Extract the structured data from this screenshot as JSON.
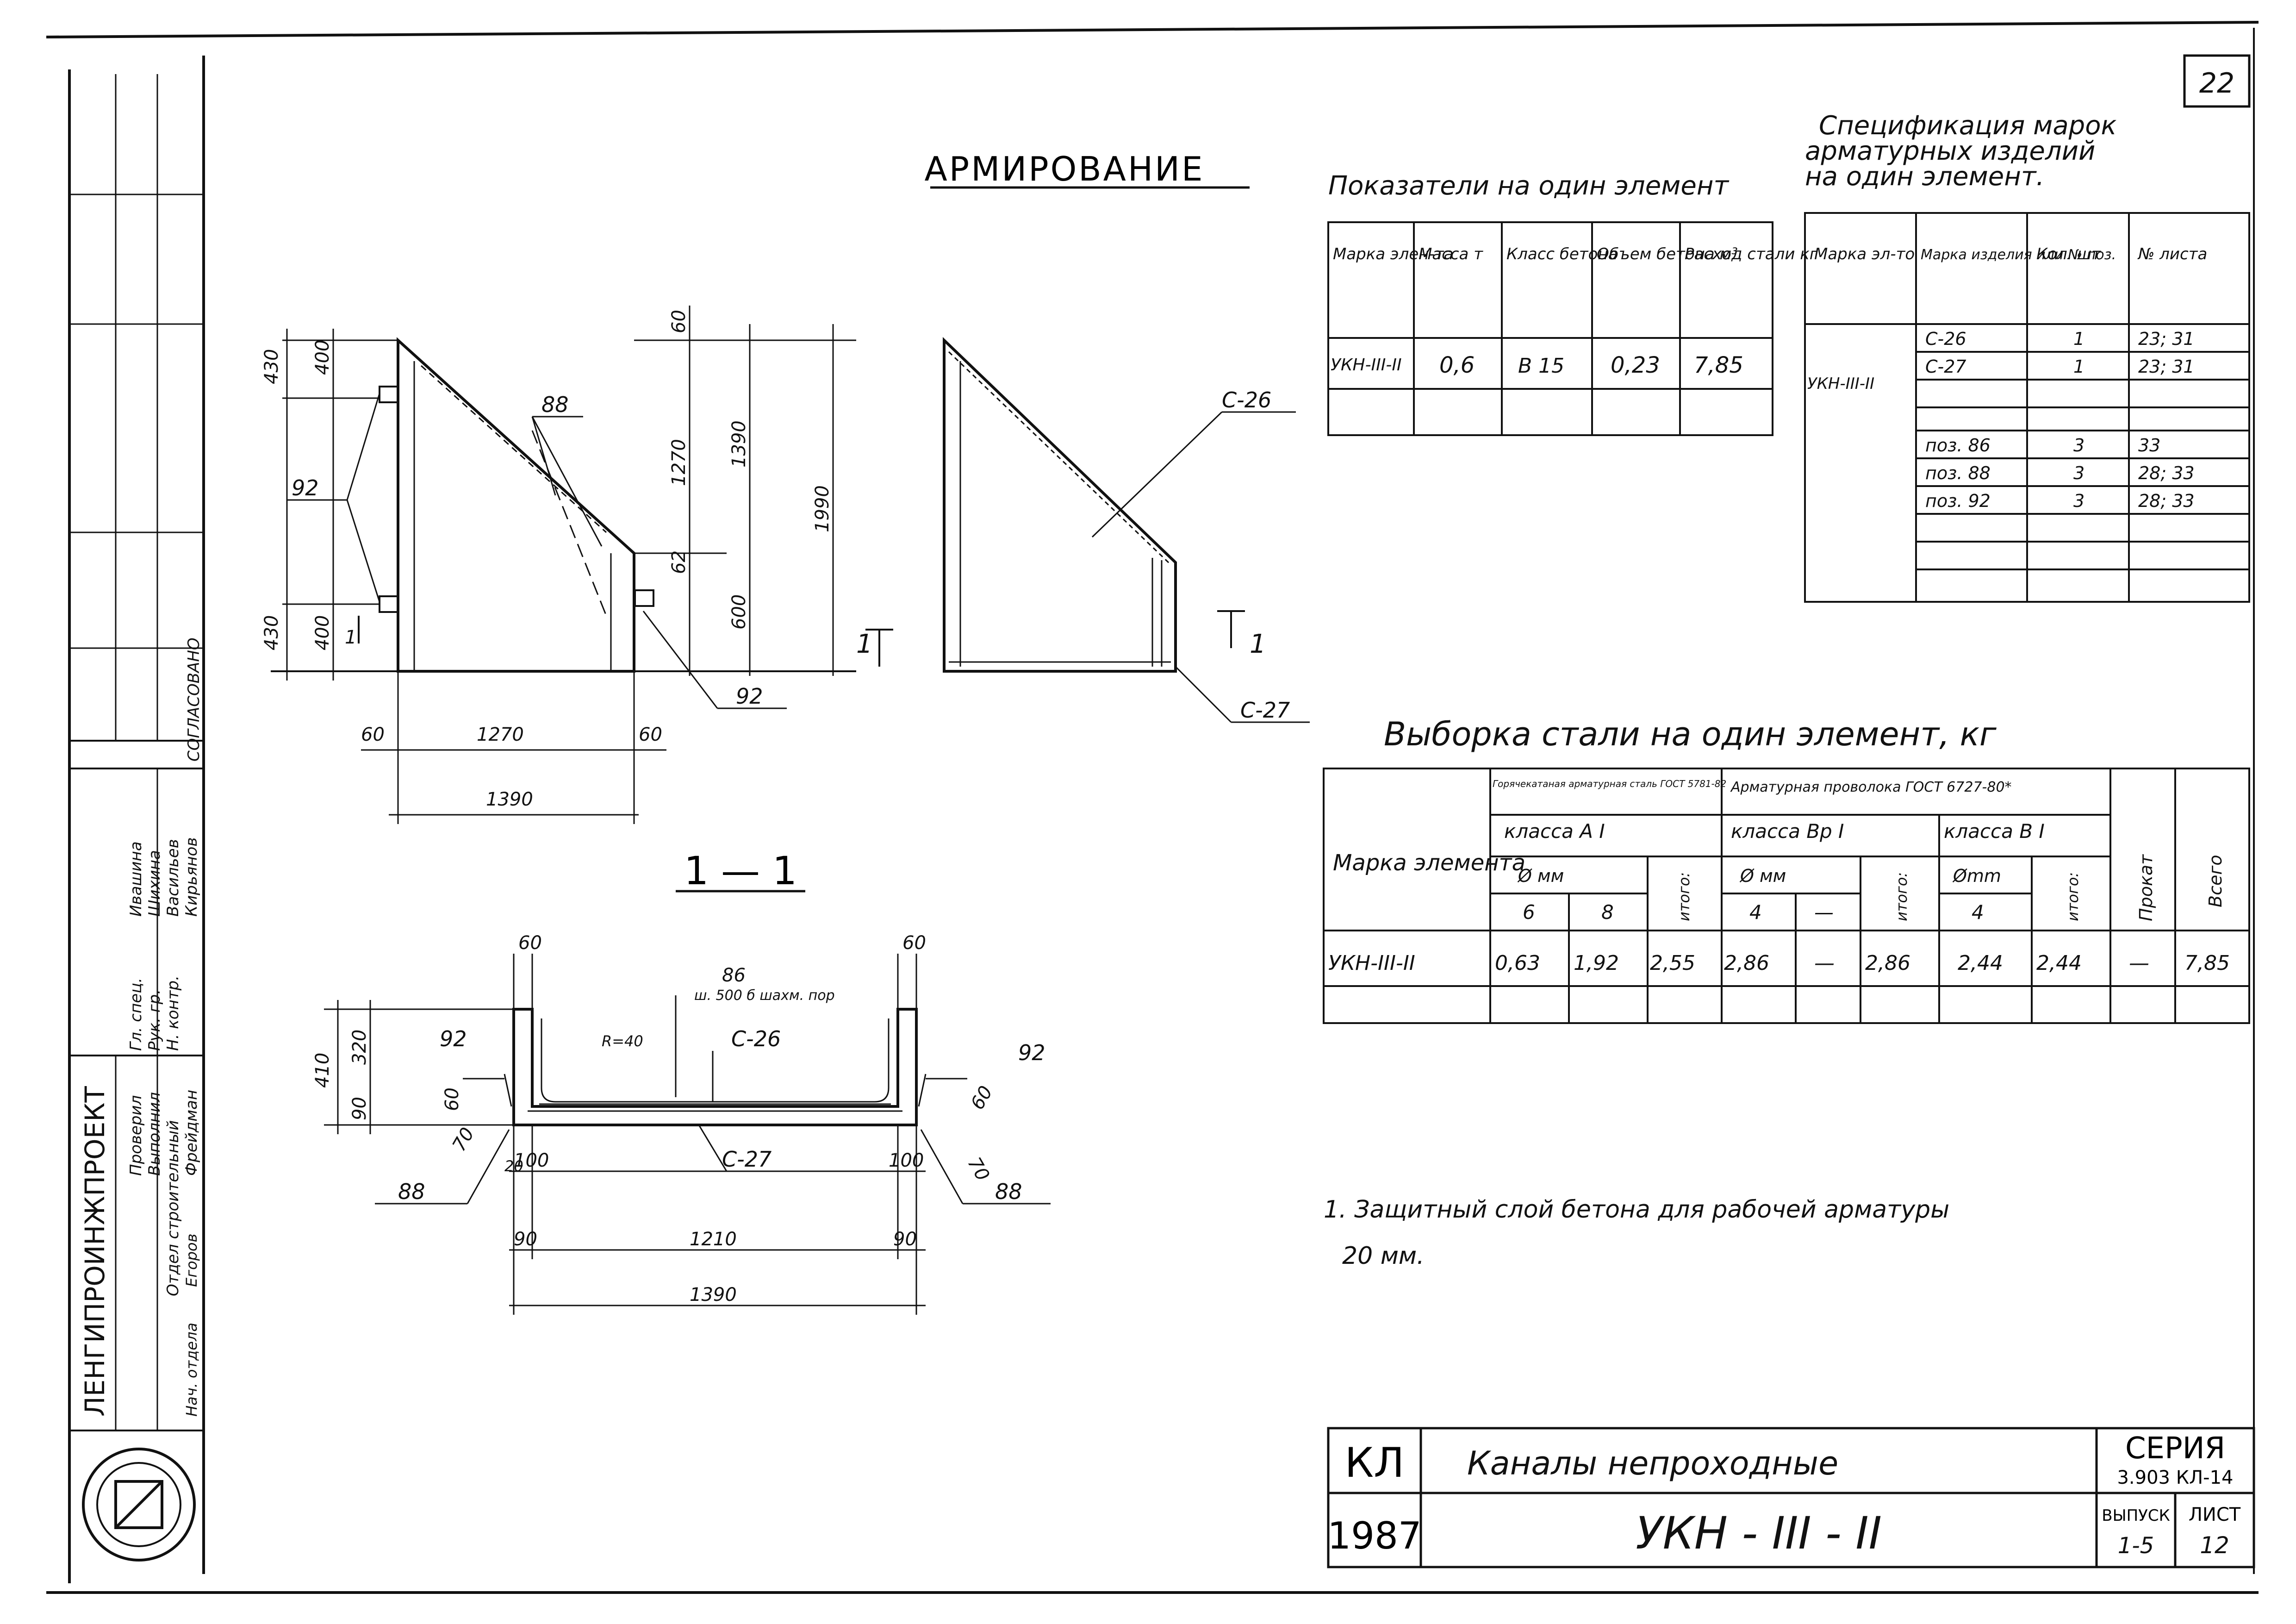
{
  "sheet_number": "22",
  "title_main": "АРМИРОВАНИЕ",
  "indicators": {
    "caption": "Показатели на один элемент",
    "headers": [
      "Марка элен-та",
      "Масса т",
      "Класс бетона",
      "Объем бетона м³",
      "Расход стали кг"
    ],
    "row": [
      "УКН-III-II",
      "0,6",
      "В 15",
      "0,23",
      "7,85"
    ]
  },
  "specification": {
    "caption_line1": "Спецификация марок",
    "caption_line2": "арматурных изделий",
    "caption_line3": "на один элемент.",
    "headers": [
      "Марка эл-то",
      "Марка изделия или № поз.",
      "Кол. шт",
      "№ листа"
    ],
    "element": "УКН-III-II",
    "rows": [
      [
        "С-26",
        "1",
        "23; 31"
      ],
      [
        "С-27",
        "1",
        "23; 31"
      ],
      [
        "",
        "",
        ""
      ],
      [
        "",
        "",
        ""
      ],
      [
        "поз. 86",
        "3",
        "33"
      ],
      [
        "поз. 88",
        "3",
        "28; 33"
      ],
      [
        "поз. 92",
        "3",
        "28; 33"
      ],
      [
        "",
        "",
        ""
      ],
      [
        "",
        "",
        ""
      ]
    ]
  },
  "steel_selection": {
    "caption": "Выборка стали на один элемент, кг",
    "group1": "Горячекатаная арматурная сталь ГОСТ 5781-82",
    "group2": "Арматурная проволока ГОСТ 6727-80*",
    "class_a1": "класса А I",
    "class_bp1": "класса Вр I",
    "class_b1": "класса В I",
    "mark_header": "Марка элемента",
    "diam_mm": "Ø мм",
    "diam_mm_b": "Ø мм",
    "diam_mm_c": "Ømm",
    "d6": "6",
    "d8": "8",
    "d4a": "4",
    "dash_h": "—",
    "d4b": "4",
    "itogo": "итого:",
    "prokat": "Прокат",
    "vsego": "Всего",
    "row": [
      "УКН-III-II",
      "0,63",
      "1,92",
      "2,55",
      "2,86",
      "—",
      "2,86",
      "2,44",
      "2,44",
      "—",
      "7,85"
    ]
  },
  "note": {
    "line1": "1. Защитный слой бетона для рабочей арматуры",
    "line2": "20 мм."
  },
  "drawing_labels": {
    "dim_430_top": "430",
    "dim_400_top": "400",
    "dim_430_bot": "430",
    "dim_400_bot": "400",
    "dim_60_top": "60",
    "dim_1270_v": "1270",
    "dim_1390_v": "1390",
    "dim_1990": "1990",
    "dim_62": "62",
    "dim_600": "600",
    "dim_60_l": "60",
    "dim_1270_h": "1270",
    "dim_60_r": "60",
    "dim_1390_h": "1390",
    "pos_88": "88",
    "pos_92_l": "92",
    "pos_92_r": "92",
    "mark_c26": "С-26",
    "mark_c27": "С-27",
    "cut_1_left": "1",
    "cut_1_right": "1",
    "cut_1_small": "1",
    "section_title": "1 — 1",
    "s_60_l": "60",
    "s_60_r": "60",
    "s_86": "86",
    "s_step": "ш. 500 б шахм. пор",
    "s_c26": "С-26",
    "s_r40": "R=40",
    "s_410": "410",
    "s_320": "320",
    "s_90": "90",
    "s_60_v": "60",
    "s_92_l": "92",
    "s_92_r": "92",
    "s_60_rv": "60",
    "s_70_l": "70",
    "s_70_r": "70",
    "s_100_l": "100",
    "s_100_r": "100",
    "s_20": "20",
    "s_88_l": "88",
    "s_88_r": "88",
    "s_c27": "С-27",
    "s_90_bl": "90",
    "s_1210": "1210",
    "s_90_br": "90",
    "s_1390": "1390"
  },
  "title_block": {
    "code": "КЛ",
    "year": "1987",
    "name": "Каналы непроходные",
    "mark": "УКН - III - II",
    "series_label": "СЕРИЯ",
    "series_value": "3.903 КЛ-14",
    "issue_label": "ВЫПУСК",
    "issue_value": "1-5",
    "sheet_label": "ЛИСТ",
    "sheet_value": "12"
  },
  "left_stamp": {
    "org": "ЛЕНГИПРОИНЖПРОЕКТ",
    "agreed": "СОГЛАСОВАНО",
    "roles": [
      "Гл. спец.",
      "Рук. гр.",
      "Н. контр.",
      "Проверил",
      "Выполнил"
    ],
    "names": [
      "Васильев",
      "Кирьянов",
      "Ивашина",
      "Шихина",
      "Фрейдман"
    ],
    "dept": "Отдел строительный",
    "chief": "Нач. отдела",
    "chief_name": "Егоров"
  }
}
